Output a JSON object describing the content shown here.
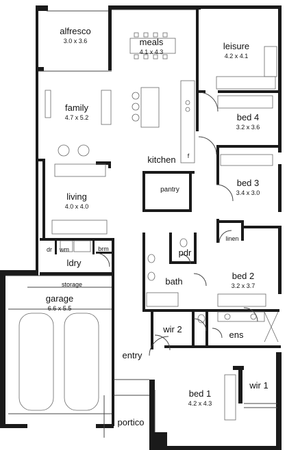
{
  "rooms": {
    "alfresco": {
      "name": "alfresco",
      "dims": "3.0 x 3.6"
    },
    "meals": {
      "name": "meals",
      "dims": "4.1 x 4.3"
    },
    "leisure": {
      "name": "leisure",
      "dims": "4.2 x 4.1"
    },
    "family": {
      "name": "family",
      "dims": "4.7 x 5.2"
    },
    "bed4": {
      "name": "bed 4",
      "dims": "3.2 x 3.6"
    },
    "kitchen": {
      "name": "kitchen"
    },
    "bed3": {
      "name": "bed 3",
      "dims": "3.4 x 3.0"
    },
    "pantry": {
      "name": "pantry"
    },
    "living": {
      "name": "living",
      "dims": "4.0 x 4.0"
    },
    "linen": {
      "name": "linen"
    },
    "dr": {
      "name": "dr"
    },
    "wm": {
      "name": "wm"
    },
    "brm": {
      "name": "brm"
    },
    "pdr": {
      "name": "pdr"
    },
    "ldry": {
      "name": "ldry"
    },
    "storage": {
      "name": "storage"
    },
    "bath": {
      "name": "bath"
    },
    "bed2": {
      "name": "bed 2",
      "dims": "3.2 x 3.7"
    },
    "garage": {
      "name": "garage",
      "dims": "6.6 x 5.5"
    },
    "wir2": {
      "name": "wir 2"
    },
    "ens": {
      "name": "ens"
    },
    "entry": {
      "name": "entry"
    },
    "bed1": {
      "name": "bed 1",
      "dims": "4.2 x 4.3"
    },
    "wir1": {
      "name": "wir 1"
    },
    "portico": {
      "name": "portico"
    },
    "fridge": {
      "name": "f"
    }
  }
}
